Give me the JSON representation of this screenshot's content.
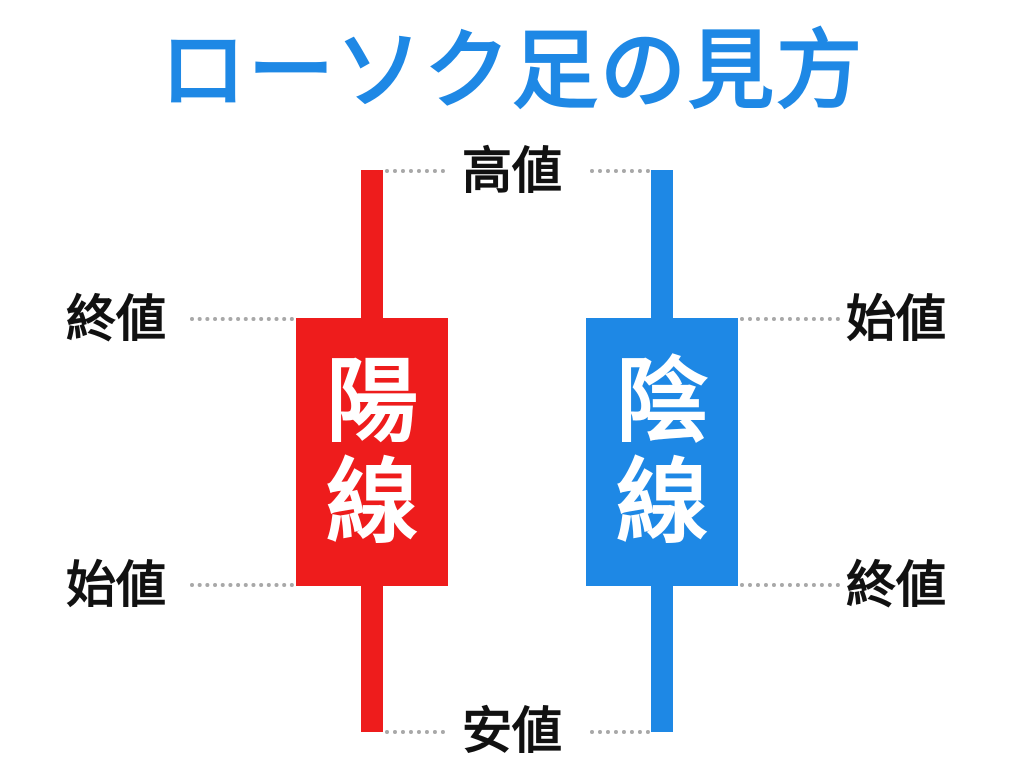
{
  "title": "ローソク足の見方",
  "labels": {
    "high": "高値",
    "low": "安値",
    "yang_close": "終値",
    "yang_open": "始値",
    "yin_open": "始値",
    "yin_close": "終値"
  },
  "candles": {
    "yang": {
      "line1": "陽",
      "line2": "線",
      "color": "#ee1c1c"
    },
    "yin": {
      "line1": "陰",
      "line2": "線",
      "color": "#1e88e5"
    }
  },
  "colors": {
    "title": "#1e88e5",
    "dotted_line": "#a8a8a8"
  }
}
